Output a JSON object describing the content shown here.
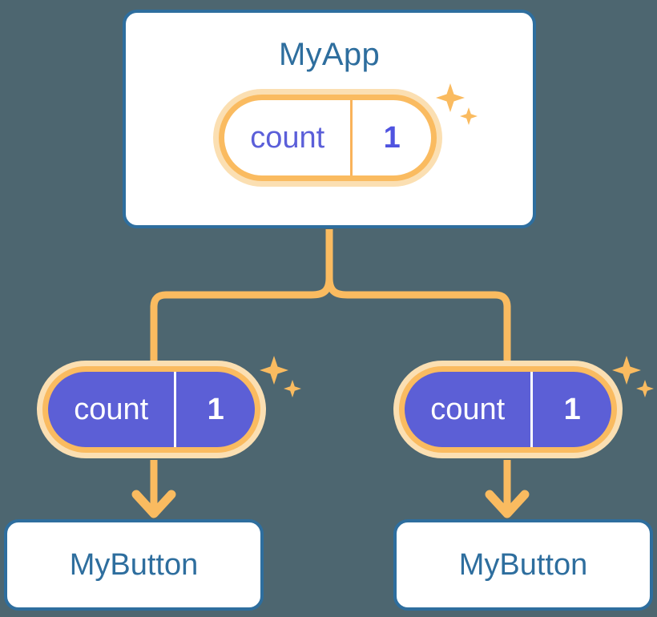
{
  "background_color": "#4d6670",
  "palette": {
    "card_border": "#2e6e9e",
    "card_text": "#2e6e9e",
    "card_fill": "#ffffff",
    "ring_outer": "#fbdfb2",
    "ring_inner": "#fabb60",
    "connector": "#fabb60",
    "pill_fill_bottom": "#5c5fd6",
    "pill_text_top": "#5b5fd9",
    "pill_text_bottom": "#ffffff",
    "sparkle": "#fabb60"
  },
  "app_card": {
    "title": "MyApp",
    "state_pill": {
      "key": "count",
      "value": "1"
    }
  },
  "children": [
    {
      "state_pill": {
        "key": "count",
        "value": "1"
      },
      "card_label": "MyButton"
    },
    {
      "state_pill": {
        "key": "count",
        "value": "1"
      },
      "card_label": "MyButton"
    }
  ],
  "icons": {
    "sparkle": "sparkle-icon",
    "arrow_down": "arrow-down-icon",
    "branch": "branch-connector-icon"
  }
}
